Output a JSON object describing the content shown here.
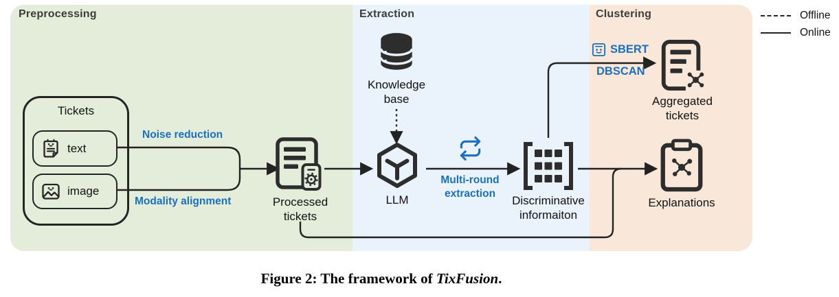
{
  "figure": {
    "caption_prefix": "Figure 2: The framework of ",
    "caption_emphasis": "TixFusion",
    "caption_suffix": "."
  },
  "legend": {
    "offline_label": "Offline",
    "online_label": "Online"
  },
  "sections": {
    "preprocessing": {
      "title": "Preprocessing",
      "color": "#e4edda"
    },
    "extraction": {
      "title": "Extraction",
      "color": "#eaf2fb"
    },
    "clustering": {
      "title": "Clustering",
      "color": "#f9e8d9"
    }
  },
  "nodes": {
    "tickets": {
      "title": "Tickets",
      "items": [
        {
          "label": "text",
          "icon": "note-face-icon"
        },
        {
          "label": "image",
          "icon": "image-face-icon"
        }
      ]
    },
    "processed_tickets": {
      "label": "Processed tickets",
      "icon": "document-gear-icon"
    },
    "knowledge_base": {
      "label": "Knowledge base",
      "icon": "database-icon"
    },
    "llm": {
      "label": "LLM",
      "icon": "hexagon-llm-icon"
    },
    "discriminative_information": {
      "label": "Discriminative informaiton",
      "icon": "bracket-matrix-icon"
    },
    "aggregated_tickets": {
      "label": "Aggregated tickets",
      "icon": "document-cluster-icon"
    },
    "explanations": {
      "label": "Explanations",
      "icon": "clipboard-cluster-icon"
    }
  },
  "edge_labels": {
    "noise_reduction": "Noise reduction",
    "modality_alignment": "Modality alignment",
    "multi_round_extraction": "Multi-round extraction",
    "sbert": "SBERT",
    "dbscan": "DBSCAN",
    "multi_round_icon": "cycle-icon",
    "sbert_icon": "sbert-face-icon"
  },
  "colors": {
    "accent_blue": "#1a6fc0",
    "line_dark": "#222222",
    "icon_dark": "#2d2d2d",
    "preprocessing_bg": "#e4edda",
    "extraction_bg": "#eaf2fb",
    "clustering_bg": "#f9e8d9"
  }
}
